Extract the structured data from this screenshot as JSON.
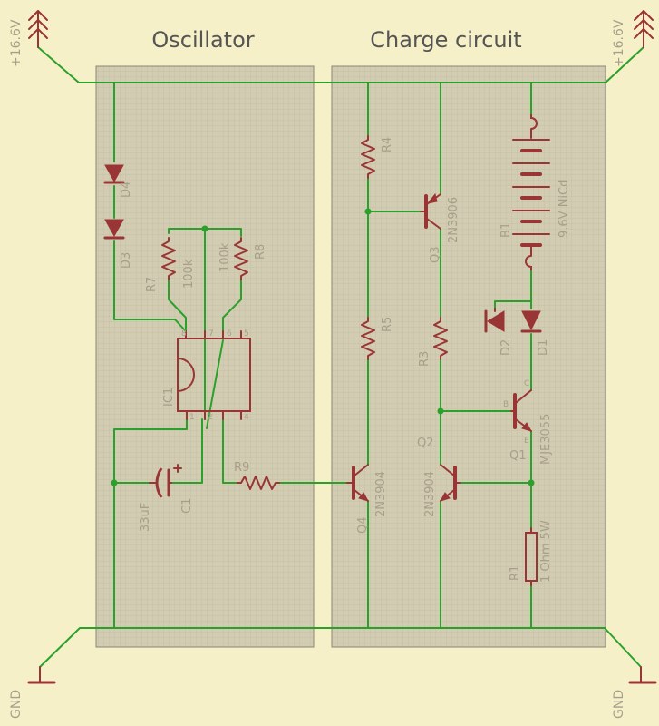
{
  "titles": {
    "oscillator": "Oscillator",
    "charge": "Charge circuit"
  },
  "power": {
    "supply": "+16.6V",
    "ground": "GND"
  },
  "components": {
    "D4": "D4",
    "D3": "D3",
    "R7": "R7",
    "R7_value": "100k",
    "R8": "R8",
    "R8_value": "100k",
    "IC1": "IC1",
    "C1": "C1",
    "C1_value": "33uF",
    "R9": "R9",
    "R4": "R4",
    "R5": "R5",
    "R3": "R3",
    "Q3": "Q3",
    "Q3_value": "2N3906",
    "Q4": "Q4",
    "Q4_value": "2N3904",
    "Q2": "Q2",
    "Q2_value": "2N3904",
    "Q1": "Q1",
    "Q1_value": "MJE3055",
    "B1": "B1",
    "B1_value": "9.6V NiCd",
    "D2": "D2",
    "D1": "D1",
    "R1": "R1",
    "R1_value": "1 Ohm 5W"
  },
  "pins": {
    "b": "B",
    "e": "E",
    "c": "C",
    "p1": "1",
    "p2": "2",
    "p4": "4",
    "p5": "5",
    "p6": "6",
    "p7": "7",
    "p8": "8"
  }
}
